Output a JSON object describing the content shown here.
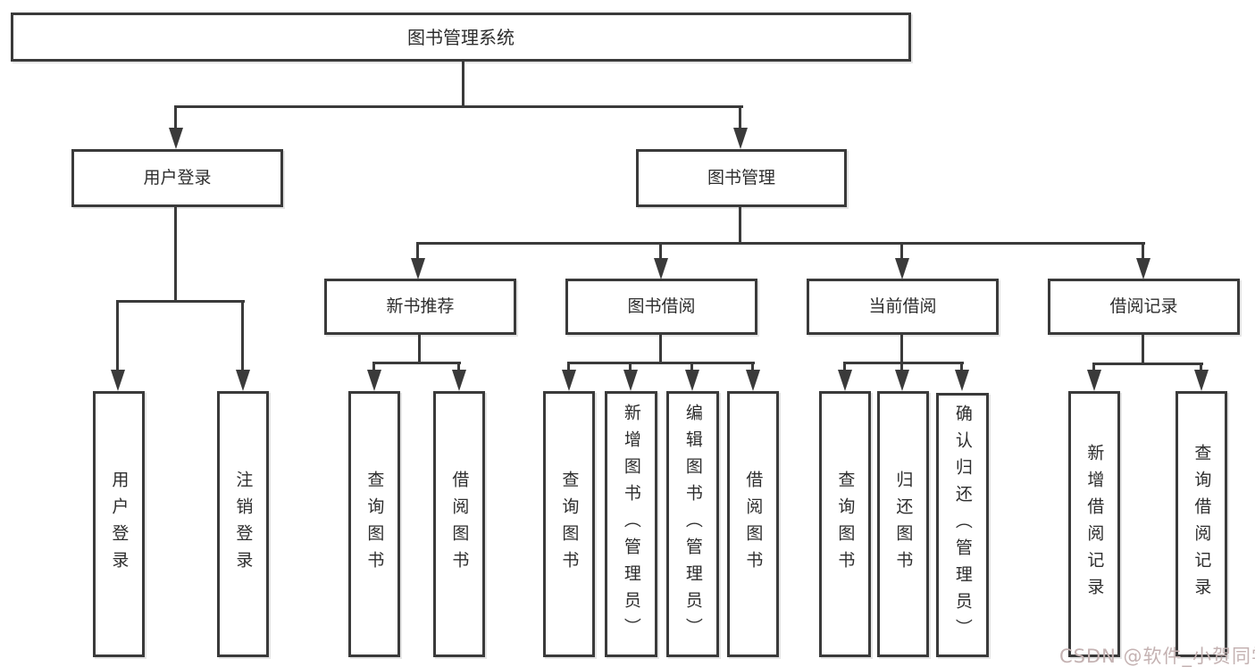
{
  "tree": {
    "root": {
      "label": "图书管理系统"
    },
    "branches": [
      {
        "label": "用户登录",
        "children": [
          {
            "label": "用户登录"
          },
          {
            "label": "注销登录"
          }
        ]
      },
      {
        "label": "图书管理",
        "children": [
          {
            "label": "新书推荐",
            "children": [
              {
                "label": "查询图书"
              },
              {
                "label": "借阅图书"
              }
            ]
          },
          {
            "label": "图书借阅",
            "children": [
              {
                "label": "查询图书"
              },
              {
                "label": "新增图书（管理员）"
              },
              {
                "label": "编辑图书（管理员）"
              },
              {
                "label": "借阅图书"
              }
            ]
          },
          {
            "label": "当前借阅",
            "children": [
              {
                "label": "查询图书"
              },
              {
                "label": "归还图书"
              },
              {
                "label": "确认归还（管理员）"
              }
            ]
          },
          {
            "label": "借阅记录",
            "children": [
              {
                "label": "新增借阅记录"
              },
              {
                "label": "查询借阅记录"
              }
            ]
          }
        ]
      }
    ]
  },
  "watermark": {
    "text": "CSDN @软件_小贺同学"
  },
  "colors": {
    "line": "#3a3a3a",
    "text": "#2d2d2d",
    "background": "#ffffff",
    "watermark": "#c4b2b2"
  }
}
